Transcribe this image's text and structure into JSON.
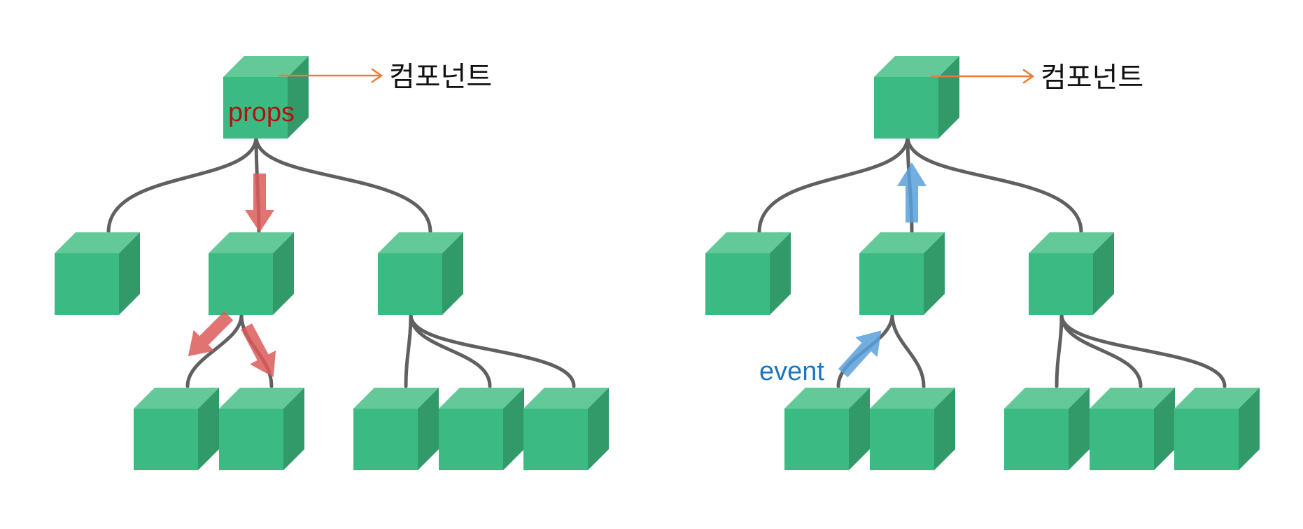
{
  "left_panel": {
    "root_label": "컴포넌트",
    "flow_label": "props"
  },
  "right_panel": {
    "root_label": "컴포넌트",
    "flow_label": "event"
  },
  "colors": {
    "cube_front": "#3cba84",
    "cube_top": "#64c998",
    "cube_side": "#329a68",
    "connector": "#606060",
    "pointer": "#ea7c34",
    "props_arrow": "#dc5a5a",
    "props_text": "#b3120f",
    "event_arrow": "#5aa0dc",
    "event_text": "#1e76bd"
  }
}
